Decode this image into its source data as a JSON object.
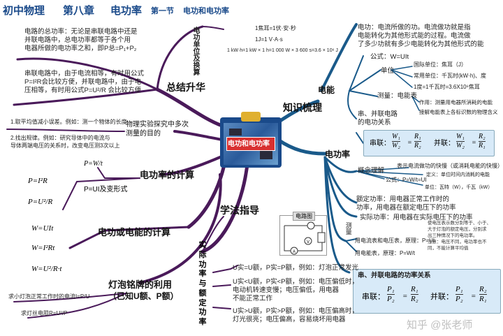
{
  "header": {
    "subject": "初中物理",
    "chapter": "第八章",
    "topic": "电功率",
    "section": "第一节",
    "section_title": "电功和电功率"
  },
  "center": {
    "title": "电功和电功率"
  },
  "left": {
    "b1": {
      "label": "总结升华",
      "sub_label": "电功单位及换算",
      "units": [
        "1焦耳=1伏·安·秒",
        "1J=1 V·A·s",
        "1 kW·h=1 kW × 1 h=1 000 W × 3 600 s=3.6 × 10⁶ J"
      ],
      "total_power": [
        "电路的总功率：无论是串联电路中还是",
        "并联电路中，总电功率都等于各个用",
        "电器所做的电功率之和，即P总=P₁+P₂"
      ],
      "series": [
        "串联电路中，由于电流相等，有时用公式",
        "P=I²R会比较方便，并联电路中，由于电",
        "压相等，有时用公式P=U²/R 会比较方便"
      ]
    },
    "b2": {
      "label": "物理实验探究中多次测量的目的",
      "items": [
        "1.取平均值减小误差。例如：测一个物体的长度",
        "2.找出规律。例如：研究导体中的电流与",
        "导体两端电压的关系时，改变电压测3次以上"
      ]
    },
    "b3": {
      "label": "电功率的计算",
      "f1": "P=W/t",
      "f2": "P=I²R",
      "f3": "P=UI及变形式",
      "f4": "P=U²/R"
    },
    "b4": {
      "label": "电功或电能的计算",
      "f1": "W=UIt",
      "f2": "W=I²Rt",
      "f3": "W=U²/R·t"
    },
    "b5": {
      "label": "灯泡铭牌的利用",
      "label2": "（已知U额、P额）",
      "f1": "求小灯泡正常工作时的电流I=P/U",
      "f2": "求灯丝电阻R=U²/P"
    }
  },
  "right": {
    "b6": {
      "label": "知识梳理",
      "dn": {
        "label": "电能",
        "def": [
          "电功：电流所做的功。电流做功就是指",
          "电能转化为其他形式能的过程。电流做",
          "了多少功就有多少电能转化为其他形式的能"
        ],
        "formula": "公式：W=UIt",
        "unit": "单位",
        "units": [
          "国际单位：焦耳（J）",
          "常用单位：千瓦时(kW·h)、度",
          "1度=1千瓦时=3.6X10⁶焦耳"
        ],
        "meter": "测量：电能表",
        "meter_items": [
          "作用：测量用电器所消耗的电能",
          "接解电能表上各标识数的物理含义"
        ],
        "relation": [
          "串、并联电路",
          "的电功关系"
        ],
        "series": "串联：",
        "parallel": "并联："
      },
      "dgl": {
        "label": "电功率",
        "concept": "概念理解",
        "concept_items": [
          "表示电流做功的快慢（或消耗电能的快慢）",
          "定义：单位时间内消耗的电能",
          "公式：P=W/t=UI",
          "单位：瓦特（W），千瓦（kW）"
        ],
        "rated": [
          "额定功率：用电器正常工作时的",
          "功率，用电器在额定电压下的功率"
        ],
        "actual": "实际功率：用电器在实际电压下的功率",
        "circuit": "电路图",
        "measure": "测量",
        "m1": "用电流表和电压表，原理：P=UI",
        "m1_note": [
          "使电压表示数分别等于、小于、",
          "大于灯泡的额定电压，分别求",
          "出三种情况下的电功率。",
          "注意：电压不同，电功率也不",
          "同，不能计算平均值"
        ],
        "m2": "用电能表，原理：P=W/t",
        "box_title": "串、并联电路的功率关系",
        "box_series": "串联：",
        "box_parallel": "并联："
      }
    },
    "b7": {
      "label": "学法指导",
      "sub_label": [
        "实",
        "际",
        "功",
        "率",
        "与",
        "额",
        "定",
        "功",
        "率"
      ],
      "c1": "U实=U额，P实=P额，例如：灯泡正常发光",
      "c2": [
        "U实<U额，P实<P额，例如：电压偏低时，",
        "电动机转速变慢；电压偏低，用电器",
        "不能正常工作"
      ],
      "c3": [
        "U实>U额，P实>P额，例如：电压偏高时，",
        "灯光很亮；电压偏高，容易烧坏用电器"
      ]
    }
  },
  "watermark": "知乎 @张老师"
}
